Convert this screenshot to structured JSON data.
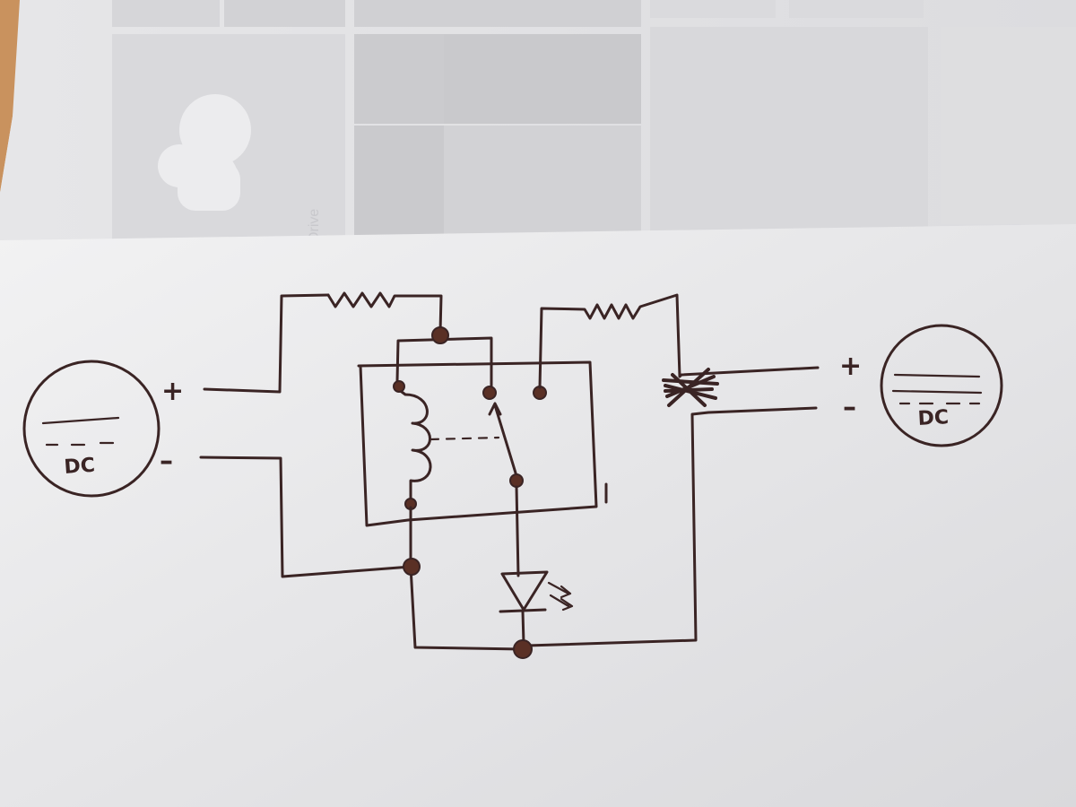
{
  "background_sheet": {
    "tile_label": "Drive"
  },
  "schematic": {
    "left_source": {
      "plus_sign": "+",
      "minus_sign": "–",
      "label": "DC"
    },
    "right_source": {
      "plus_sign": "+",
      "minus_sign": "–",
      "label": "DC"
    },
    "colors": {
      "ink": "#3a2424",
      "paper": "#eeeeef",
      "printed_sheet": "#e1e1e3"
    },
    "components": [
      "resistor",
      "resistor",
      "relay-coil",
      "relay-switch",
      "led",
      "crossed-out-junction"
    ]
  }
}
